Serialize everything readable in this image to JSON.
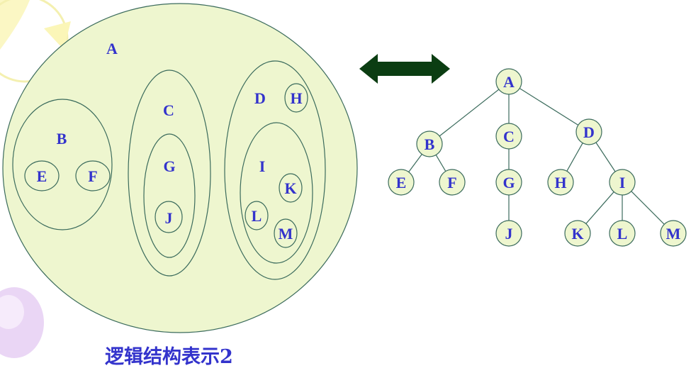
{
  "caption": "逻辑结构表示2",
  "colors": {
    "node_fill": "#eef6cf",
    "node_stroke": "#3b6b5c",
    "label": "#3333cc",
    "arrow": "#0b3d12",
    "background_decor_yellow": "#fbf7c4",
    "background_decor_purple": "#e7d2f3"
  },
  "icons": {
    "arrow": "double-arrow-icon"
  },
  "nested_sets": {
    "A": "A",
    "B": "B",
    "C": "C",
    "D": "D",
    "E": "E",
    "F": "F",
    "G": "G",
    "H": "H",
    "I": "I",
    "J": "J",
    "K": "K",
    "L": "L",
    "M": "M"
  },
  "tree": {
    "nodes": [
      "A",
      "B",
      "C",
      "D",
      "E",
      "F",
      "G",
      "H",
      "I",
      "J",
      "K",
      "L",
      "M"
    ],
    "edges": [
      [
        "A",
        "B"
      ],
      [
        "A",
        "C"
      ],
      [
        "A",
        "D"
      ],
      [
        "B",
        "E"
      ],
      [
        "B",
        "F"
      ],
      [
        "C",
        "G"
      ],
      [
        "G",
        "J"
      ],
      [
        "D",
        "H"
      ],
      [
        "D",
        "I"
      ],
      [
        "I",
        "K"
      ],
      [
        "I",
        "L"
      ],
      [
        "I",
        "M"
      ]
    ]
  }
}
